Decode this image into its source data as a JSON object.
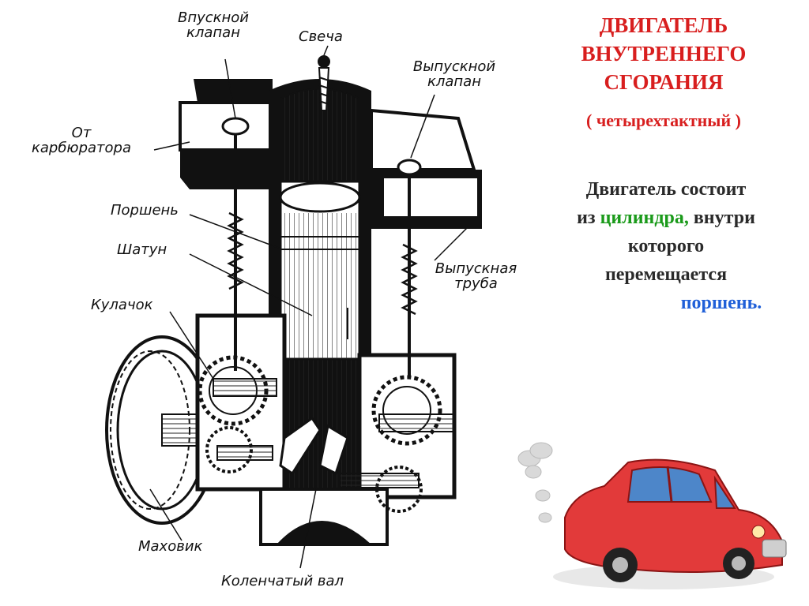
{
  "title": {
    "line1": "ДВИГАТЕЛЬ",
    "line2": "ВНУТРЕННЕГО",
    "line3": "СГОРАНИЯ",
    "subtitle": "( четырехтактный )"
  },
  "description": {
    "line1": "Двигатель состоит",
    "line2_prefix": "из ",
    "line2_highlight": "цилиндра,",
    "line2_suffix": " внутри",
    "line3": "которого",
    "line4": "перемещается",
    "line5_highlight": "поршень."
  },
  "diagram_labels": {
    "intake_valve_1": "Впускной",
    "intake_valve_2": "клапан",
    "spark_plug": "Свеча",
    "exhaust_valve_1": "Выпускной",
    "exhaust_valve_2": "клапан",
    "from_carb_1": "От",
    "from_carb_2": "карбюратора",
    "piston": "Поршень",
    "rod": "Шатун",
    "cam": "Кулачок",
    "exhaust_pipe_1": "Выпускная",
    "exhaust_pipe_2": "труба",
    "flywheel": "Маховик",
    "crankshaft": "Коленчатый вал"
  },
  "colors": {
    "title": "#d81e1e",
    "green_highlight": "#1a9a1a",
    "blue_highlight": "#1f5fd8",
    "car": "#e23a3a"
  }
}
